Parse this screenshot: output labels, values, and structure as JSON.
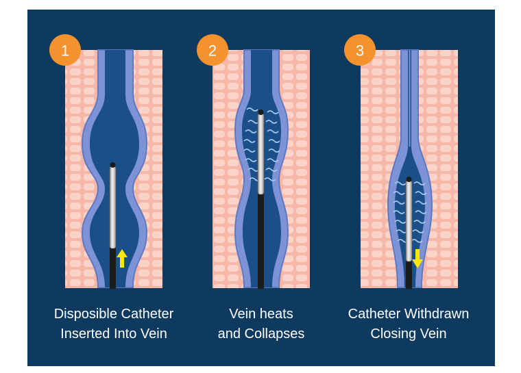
{
  "steps": [
    {
      "number": "1",
      "caption_line1": "Disposible Catheter",
      "caption_line2": "Inserted Into Vein"
    },
    {
      "number": "2",
      "caption_line1": "Vein heats",
      "caption_line2": "and Collapses"
    },
    {
      "number": "3",
      "caption_line1": "Catheter Withdrawn",
      "caption_line2": "Closing Vein"
    }
  ],
  "colors": {
    "background": "#0f3a60",
    "tissue": "#f6b7a8",
    "tissue_cell": "#fbd3c8",
    "vein_wall": "#7d93d6",
    "vein_inner": "#1b4f8a",
    "badge": "#f4932e",
    "catheter_tip": "#d9d9d9",
    "catheter_body": "#1c1c1c",
    "arrow": "#ffe800"
  },
  "icons": {
    "badge": "numbered-circle",
    "direction": "yellow-arrow",
    "heat": "heat-wave-lines"
  }
}
